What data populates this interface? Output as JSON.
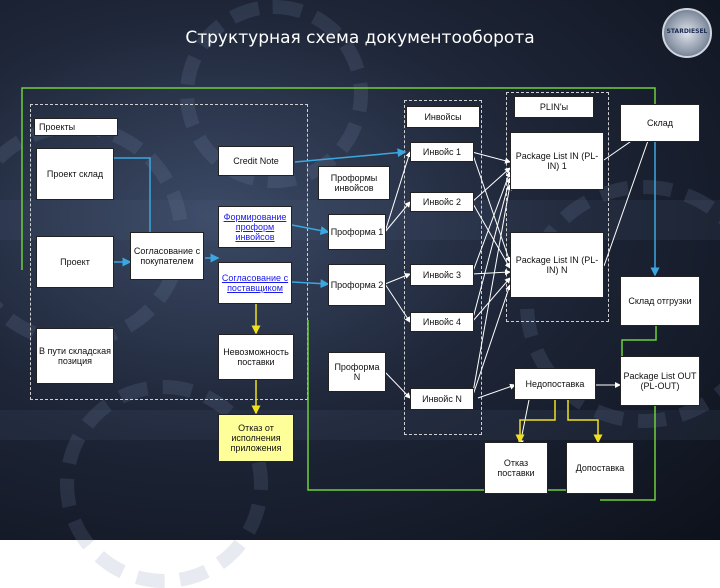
{
  "title": "Структурная схема документооборота",
  "logo": {
    "text": "STARDIESEL",
    "icon": "logo-emblem-icon"
  },
  "colors": {
    "green": "#6fcf3a",
    "cyan": "#3aa7e0",
    "yellow": "#f0e020",
    "white": "#ffffff",
    "box_yellow": "#ffff99"
  },
  "boxes": {
    "proekty": "Проекты",
    "proekt_sklad": "Проект склад",
    "proekt": "Проект",
    "v_puti": "В пути складская позиция",
    "soglasovanie_pokupatel": "Согласование с покупателем",
    "credit_note": "Credit Note",
    "formirovanie": "Формирование проформ инвойсов",
    "soglasovanie_postavshik": "Согласование с поставщиком",
    "nevozmozhnost": "Невозможность поставки",
    "otkaz_ispolneniya": "Отказ от исполнения приложения",
    "proformy_invoisov": "Проформы инвойсов",
    "proforma1": "Проформа 1",
    "proforma2": "Проформа 2",
    "proformaN": "Проформа N",
    "invoisy": "Инвойсы",
    "invois1": "Инвойс 1",
    "invois2": "Инвойс 2",
    "invois3": "Инвойс 3",
    "invois4": "Инвойс 4",
    "invoisN": "Инвойс N",
    "plins": "PLIN'ы",
    "package1": "Package List IN (PL-IN) 1",
    "packageN": "Package List IN (PL-IN) N",
    "sklad": "Склад",
    "sklad_otgruzki": "Склад отгрузки",
    "package_out": "Package List OUT (PL-OUT)",
    "nedopostavka": "Недопоставка",
    "otkaz_postavki": "Отказ поставки",
    "dopostavka": "Допоставка"
  }
}
